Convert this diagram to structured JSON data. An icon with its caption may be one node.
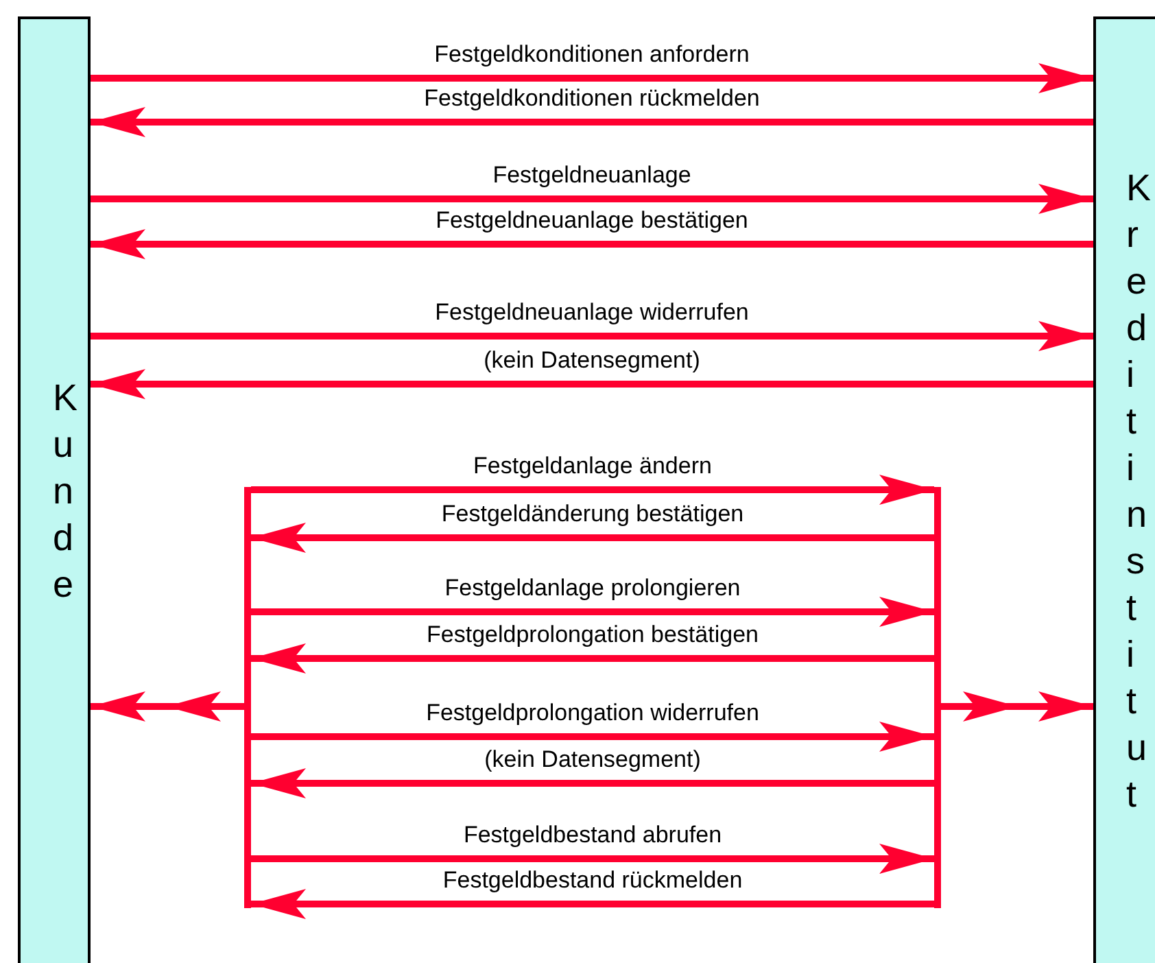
{
  "diagram": {
    "nodes": [
      {
        "text": [
          "Kunde"
        ]
      },
      {
        "text": [
          "Kreditinstitut"
        ]
      },
      {
        "text": [],
        "shape": "bar"
      },
      {
        "text": [],
        "shape": "bar"
      }
    ],
    "edges": [
      {
        "from": 0,
        "to": 1,
        "arrow": "to",
        "label": "Festgeldkonditionen anfordern"
      },
      {
        "from": 1,
        "to": 0,
        "arrow": "to",
        "label": "Festgeldkonditionen rückmelden"
      },
      {
        "from": 0,
        "to": 1,
        "arrow": "to",
        "label": "Festgeldneuanlage"
      },
      {
        "from": 1,
        "to": 0,
        "arrow": "to",
        "label": "Festgeldneuanlage bestätigen"
      },
      {
        "from": 0,
        "to": 1,
        "arrow": "to",
        "label": "Festgeldneuanlage widerrufen"
      },
      {
        "from": 1,
        "to": 0,
        "arrow": "to",
        "label": "(kein Datensegment)"
      },
      {
        "from": 2,
        "to": 3,
        "arrow": "to",
        "label": "Festgeldanlage ändern"
      },
      {
        "from": 3,
        "to": 2,
        "arrow": "to",
        "label": "Festgeldänderung bestätigen"
      },
      {
        "from": 2,
        "to": 3,
        "arrow": "to",
        "label": "Festgeldanlage prolongieren"
      },
      {
        "from": 3,
        "to": 2,
        "arrow": "to",
        "label": "Festgeldprolongation bestätigen"
      },
      {
        "from": 2,
        "to": 3,
        "arrow": "to",
        "label": "Festgeldprolongation widerrufen"
      },
      {
        "from": 3,
        "to": 2,
        "arrow": "to",
        "label": "(kein Datensegment)"
      },
      {
        "from": 2,
        "to": 3,
        "arrow": "to",
        "label": "Festgeldbestand abrufen"
      },
      {
        "from": 3,
        "to": 2,
        "arrow": "to",
        "label": "Festgeldbestand rückmelden"
      },
      {
        "from": 2,
        "to": 0,
        "arrow": "to"
      },
      {
        "from": 3,
        "to": 1,
        "arrow": "to"
      }
    ]
  }
}
